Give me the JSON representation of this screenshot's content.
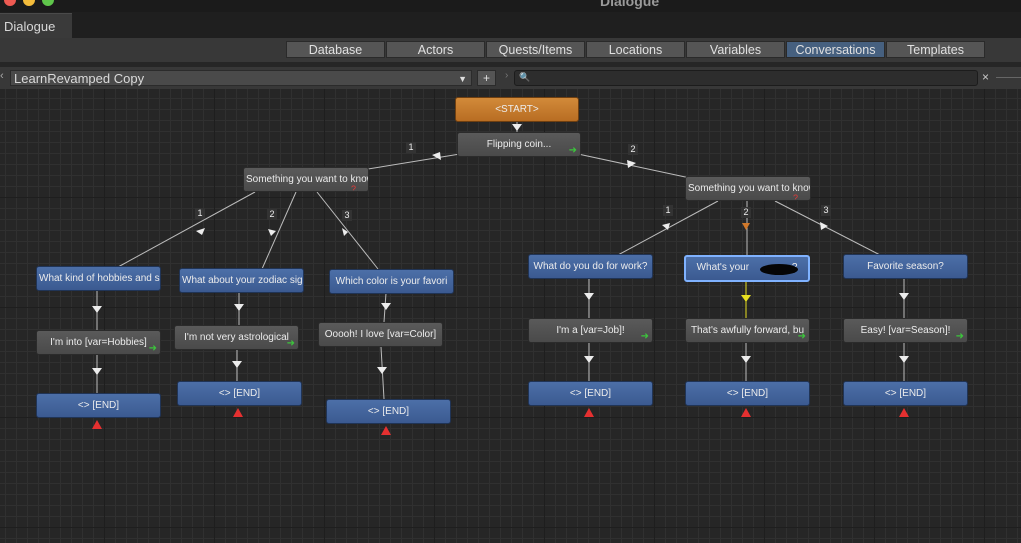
{
  "window": {
    "title": "Dialogue"
  },
  "tab": {
    "label": "Dialogue"
  },
  "toolbar": {
    "buttons": [
      "Database",
      "Actors",
      "Quests/Items",
      "Locations",
      "Variables",
      "Conversations",
      "Templates"
    ],
    "active": "Conversations"
  },
  "conversation": {
    "selected": "LearnRevamped Copy",
    "add_label": "+",
    "search_placeholder": "",
    "clear_label": "×"
  },
  "graph": {
    "nodes": [
      {
        "id": "start",
        "text": "<START>",
        "style": "orange"
      },
      {
        "id": "n1",
        "text": "Flipping coin...",
        "style": "gray",
        "flag": true
      },
      {
        "id": "n2",
        "text": "Something you want to know",
        "style": "gray",
        "condition": true
      },
      {
        "id": "n3",
        "text": "Something you want to know",
        "style": "gray",
        "condition": true
      },
      {
        "id": "n4",
        "text": "What kind of hobbies and s",
        "style": "blue"
      },
      {
        "id": "n5",
        "text": "What about your zodiac sig",
        "style": "blue"
      },
      {
        "id": "n6",
        "text": "Which color is your favori",
        "style": "blue"
      },
      {
        "id": "n7",
        "text": "I'm into [var=Hobbies]",
        "style": "gray",
        "flag": true
      },
      {
        "id": "n8",
        "text": "I'm not very astrological",
        "style": "gray",
        "flag": true
      },
      {
        "id": "n9",
        "text": "Ooooh!  I love [var=Color]",
        "style": "gray"
      },
      {
        "id": "n10",
        "text": "<> [END]",
        "style": "blue"
      },
      {
        "id": "n11",
        "text": "<> [END]",
        "style": "blue"
      },
      {
        "id": "n12",
        "text": "<> [END]",
        "style": "blue"
      },
      {
        "id": "n13",
        "text": "What do you do for work?",
        "style": "blue"
      },
      {
        "id": "n14",
        "text": "What's your ",
        "text_after": "?",
        "style": "blue",
        "selected": true,
        "redacted": true
      },
      {
        "id": "n15",
        "text": "Favorite season?",
        "style": "blue"
      },
      {
        "id": "n16",
        "text": "I'm a [var=Job]!",
        "style": "gray",
        "flag": true
      },
      {
        "id": "n17",
        "text": "That's awfully forward, bu",
        "style": "gray",
        "flag": true
      },
      {
        "id": "n18",
        "text": "Easy!  [var=Season]!",
        "style": "gray",
        "flag": true
      },
      {
        "id": "n19",
        "text": "<> [END]",
        "style": "blue"
      },
      {
        "id": "n20",
        "text": "<> [END]",
        "style": "blue"
      },
      {
        "id": "n21",
        "text": "<> [END]",
        "style": "blue"
      }
    ],
    "link_numbers": [
      "1",
      "2",
      "1",
      "2",
      "3",
      "1",
      "2",
      "3"
    ],
    "colors": {
      "link": "#bcbcbc",
      "end_marker": "#e53030",
      "active_link": "#e8e020",
      "orange_marker": "#d0782a"
    }
  }
}
